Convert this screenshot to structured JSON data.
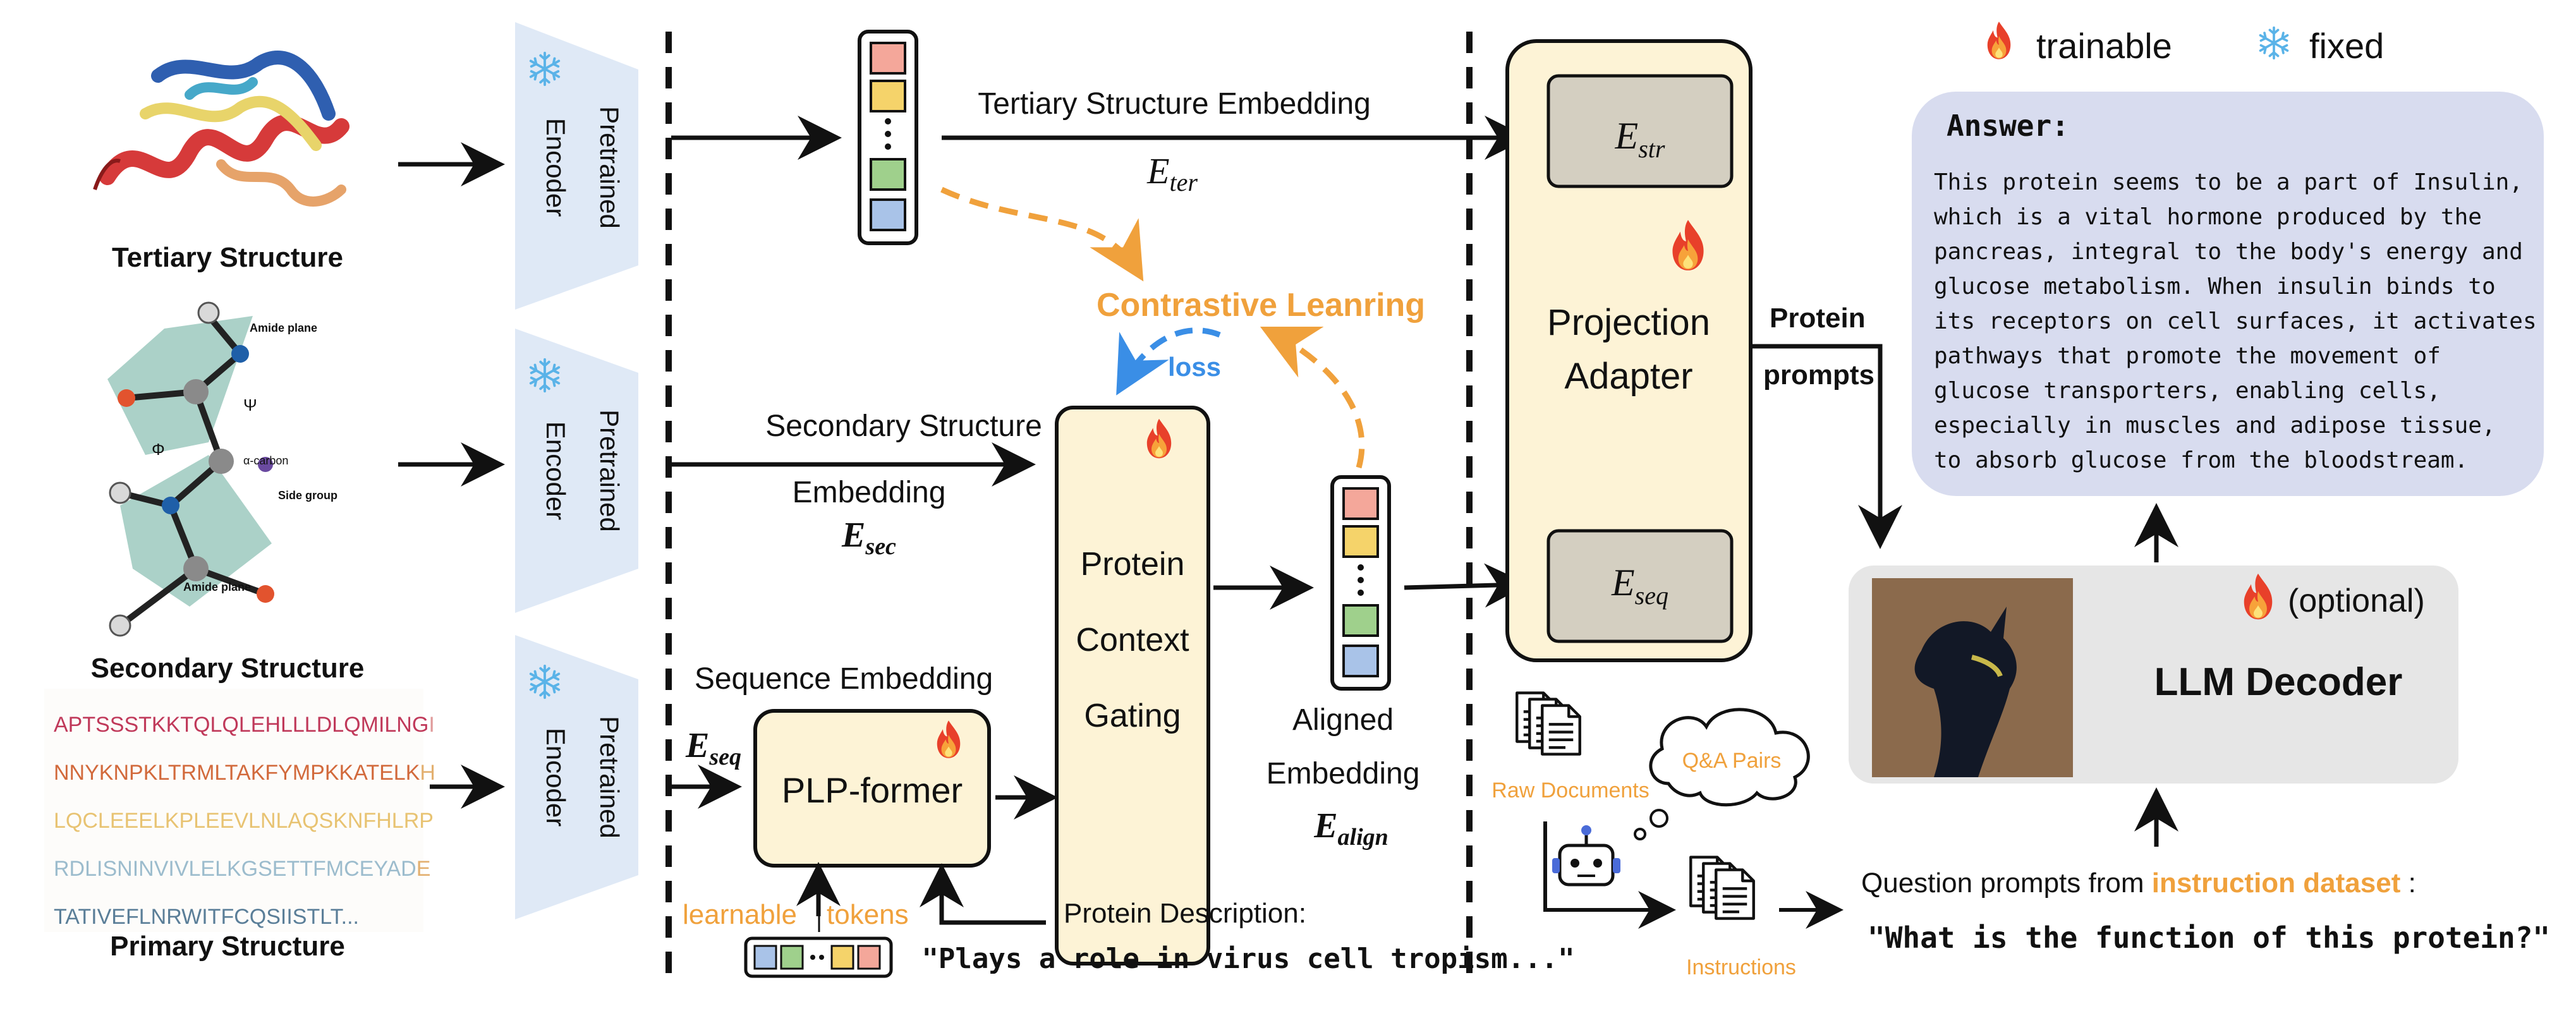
{
  "legend": {
    "trainable": "trainable",
    "fixed": "fixed"
  },
  "structures": {
    "tertiary": "Tertiary Structure",
    "secondary": "Secondary Structure",
    "primary": "Primary Structure",
    "secondary_labels": {
      "amide_plane_top": "Amide plane",
      "amide_plane_bottom": "Amide plane",
      "alpha_carbon": "α-carbon",
      "side_group": "Side group",
      "phi": "Φ",
      "psi": "Ψ"
    },
    "sequence_lines": [
      {
        "text": "APTSSSTKKTQLQLEHLLLDLQMILNG",
        "tail": "I",
        "color": "#c0395a"
      },
      {
        "text": "NNYKNPKLTRMLTAKFYMPKKATELK",
        "tail": "H",
        "color": "#d26a3c"
      },
      {
        "text": "LQCLEEELKPLEEVLNLAQSKNFHLRP",
        "tail": "",
        "color": "#e8c372"
      },
      {
        "text": "RDLISNINVIVLELKGSETTFMCEYAD",
        "tail": "E",
        "color": "#9cbccd"
      },
      {
        "text": "TATIVEFLNRWITFCQSIISTLT...",
        "tail": "",
        "color": "#5a7e98"
      }
    ]
  },
  "encoders": {
    "label_line1": "Pretrained",
    "label_line2": "Encoder"
  },
  "embeddings": {
    "tertiary_label": "Tertiary Structure Embedding",
    "tertiary_symbol": "E",
    "tertiary_sub": "ter",
    "secondary_label_line1": "Secondary Structure",
    "secondary_label_line2": "Embedding",
    "secondary_symbol": "E",
    "secondary_sub": "sec",
    "sequence_label": "Sequence Embedding",
    "sequence_symbol": "E",
    "sequence_sub": "seq",
    "aligned_line1": "Aligned",
    "aligned_line2": "Embedding",
    "aligned_symbol": "E",
    "aligned_sub": "align"
  },
  "contrastive": {
    "title": "Contrastive Leanring",
    "loss": "loss"
  },
  "plp_former": {
    "label": "PLP-former"
  },
  "learnable_tokens": {
    "word1": "learnable",
    "word2": "tokens"
  },
  "protein_description": {
    "label": "Protein Description:",
    "quote": "\"Plays a role in virus cell tropism...\""
  },
  "gating": {
    "line1": "Protein",
    "line2": "Context",
    "line3": "Gating"
  },
  "adapter": {
    "line1": "Projection",
    "line2": "Adapter",
    "e_str_symbol": "E",
    "e_str_sub": "str",
    "e_seq_symbol": "E",
    "e_seq_sub": "seq"
  },
  "protein_prompts": {
    "line1": "Protein",
    "line2": "prompts"
  },
  "answer": {
    "title": "Answer:",
    "lines": [
      "This protein seems to be a part of Insulin,",
      "which is a vital hormone produced by the",
      "pancreas, integral to the body's energy and",
      "glucose metabolism. When insulin binds to",
      "its receptors on cell surfaces, it activates",
      "pathways that promote the movement of",
      "glucose transporters, enabling cells,",
      "especially in muscles and adipose tissue,",
      "to absorb glucose from the bloodstream."
    ]
  },
  "llm": {
    "title": "LLM Decoder",
    "optional": "(optional)"
  },
  "data_sources": {
    "raw_documents": "Raw Documents",
    "qa_pairs": "Q&A Pairs",
    "instructions": "Instructions"
  },
  "question": {
    "prefix": "Question prompts from ",
    "highlight": "instruction dataset",
    "suffix": " :",
    "quote": "\"What is the function of this protein?\""
  },
  "colors": {
    "orange": "#f0a13c",
    "blue": "#3a8ee6",
    "cream": "#fdf3d6",
    "cream_border": "#111111",
    "encoder": "#dfe9f6",
    "answer_bg": "#d8dcef",
    "llm_bg": "#e6e6e6",
    "token_colors": [
      "#f4a79a",
      "#f5d36a",
      "#ffffff",
      "#9fd08c",
      "#a9c3e8"
    ]
  }
}
